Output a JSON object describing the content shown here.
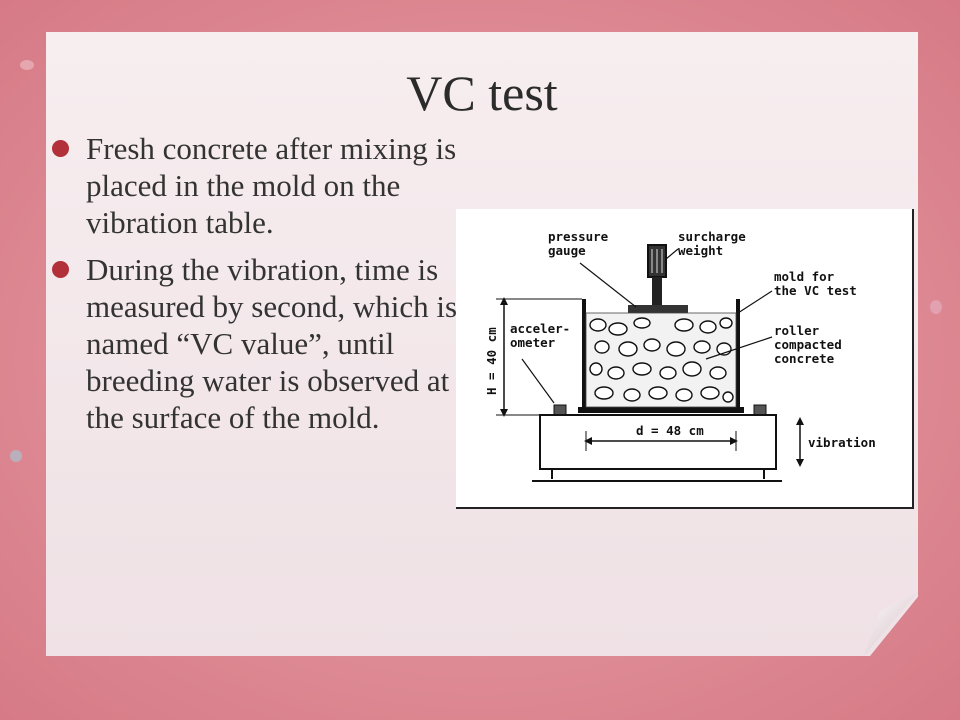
{
  "slide": {
    "title": "VC test",
    "bullets": [
      "Fresh concrete after mixing is placed in the mold on the vibration table.",
      "During the vibration, time is measured by second, which is named “VC value”, until breeding water is observed at the surface of the mold."
    ]
  },
  "figure": {
    "labels": {
      "pressure_gauge": [
        "pressure",
        "gauge"
      ],
      "surcharge_weight": [
        "surcharge",
        "weight"
      ],
      "mold": [
        "mold for",
        "the VC test"
      ],
      "roller": [
        "roller",
        "compacted",
        "concrete"
      ],
      "accelerometer": [
        "acceler-",
        "ometer"
      ],
      "height": "H = 40 cm",
      "diameter": "d = 48 cm",
      "vibration": "vibration"
    }
  },
  "colors": {
    "bullet": "#b2303a",
    "background": "#df8c96",
    "paper": "#f4e9ec"
  }
}
